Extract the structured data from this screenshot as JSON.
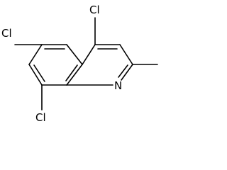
{
  "molecule": {
    "atoms": {
      "cl_top": "Cl",
      "cl_left": "Cl",
      "cl_bottom": "Cl",
      "nitrogen": "N"
    }
  },
  "colors": {
    "bond": "#000000",
    "label": "#000000",
    "background": "#ffffff"
  }
}
